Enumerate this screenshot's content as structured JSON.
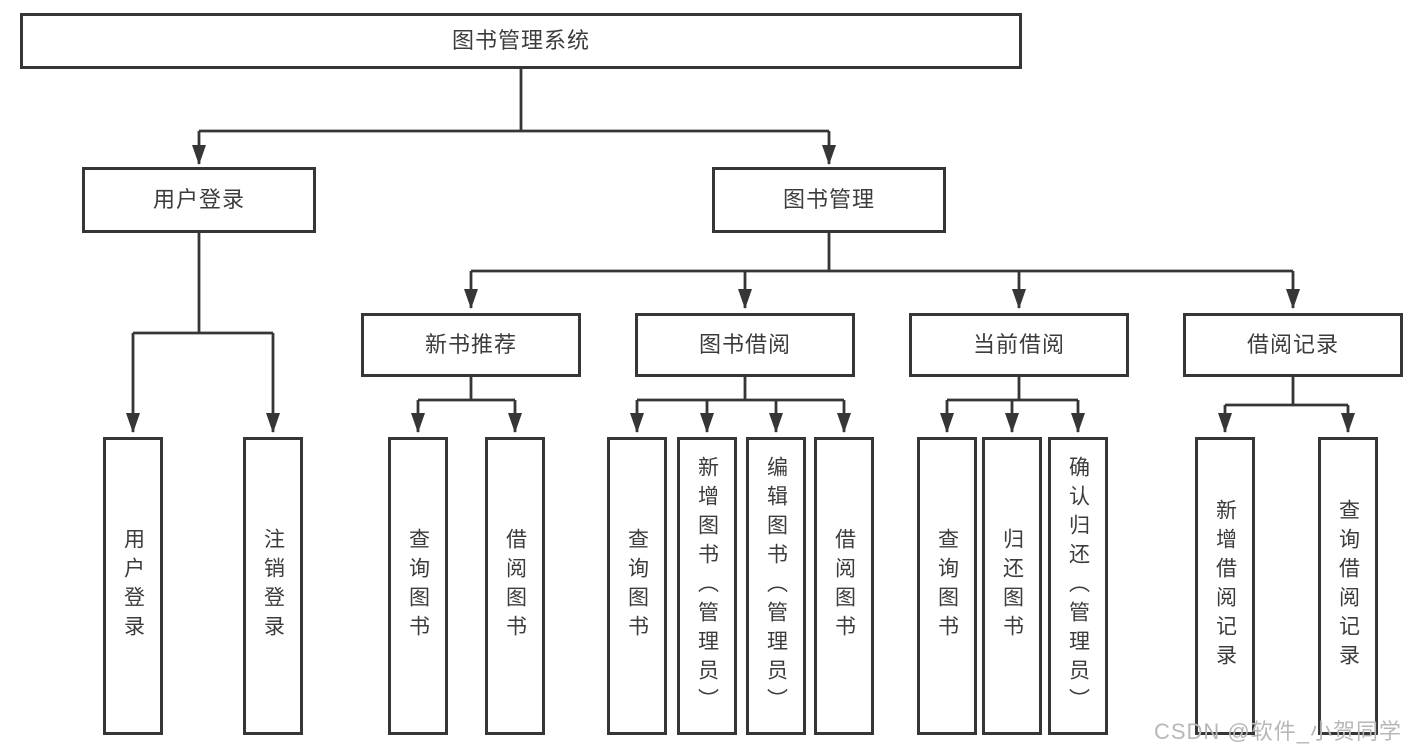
{
  "colors": {
    "line": "#363636",
    "text": "#3c3c3c",
    "box_background": "#ffffff",
    "watermark": "#b9b7b8",
    "background": "#ffffff"
  },
  "watermark": {
    "text": "CSDN @软件_小贺同学"
  },
  "tree": {
    "label": "图书管理系统",
    "children": [
      {
        "label": "用户登录",
        "children": [
          {
            "label": "用户登录"
          },
          {
            "label": "注销登录"
          }
        ]
      },
      {
        "label": "图书管理",
        "children": [
          {
            "label": "新书推荐",
            "children": [
              {
                "label": "查询图书"
              },
              {
                "label": "借阅图书"
              }
            ]
          },
          {
            "label": "图书借阅",
            "children": [
              {
                "label": "查询图书"
              },
              {
                "label": "新增图书（管理员）"
              },
              {
                "label": "编辑图书（管理员）"
              },
              {
                "label": "借阅图书"
              }
            ]
          },
          {
            "label": "当前借阅",
            "children": [
              {
                "label": "查询图书"
              },
              {
                "label": "归还图书"
              },
              {
                "label": "确认归还（管理员）"
              }
            ]
          },
          {
            "label": "借阅记录",
            "children": [
              {
                "label": "新增借阅记录"
              },
              {
                "label": "查询借阅记录"
              }
            ]
          }
        ]
      }
    ]
  }
}
